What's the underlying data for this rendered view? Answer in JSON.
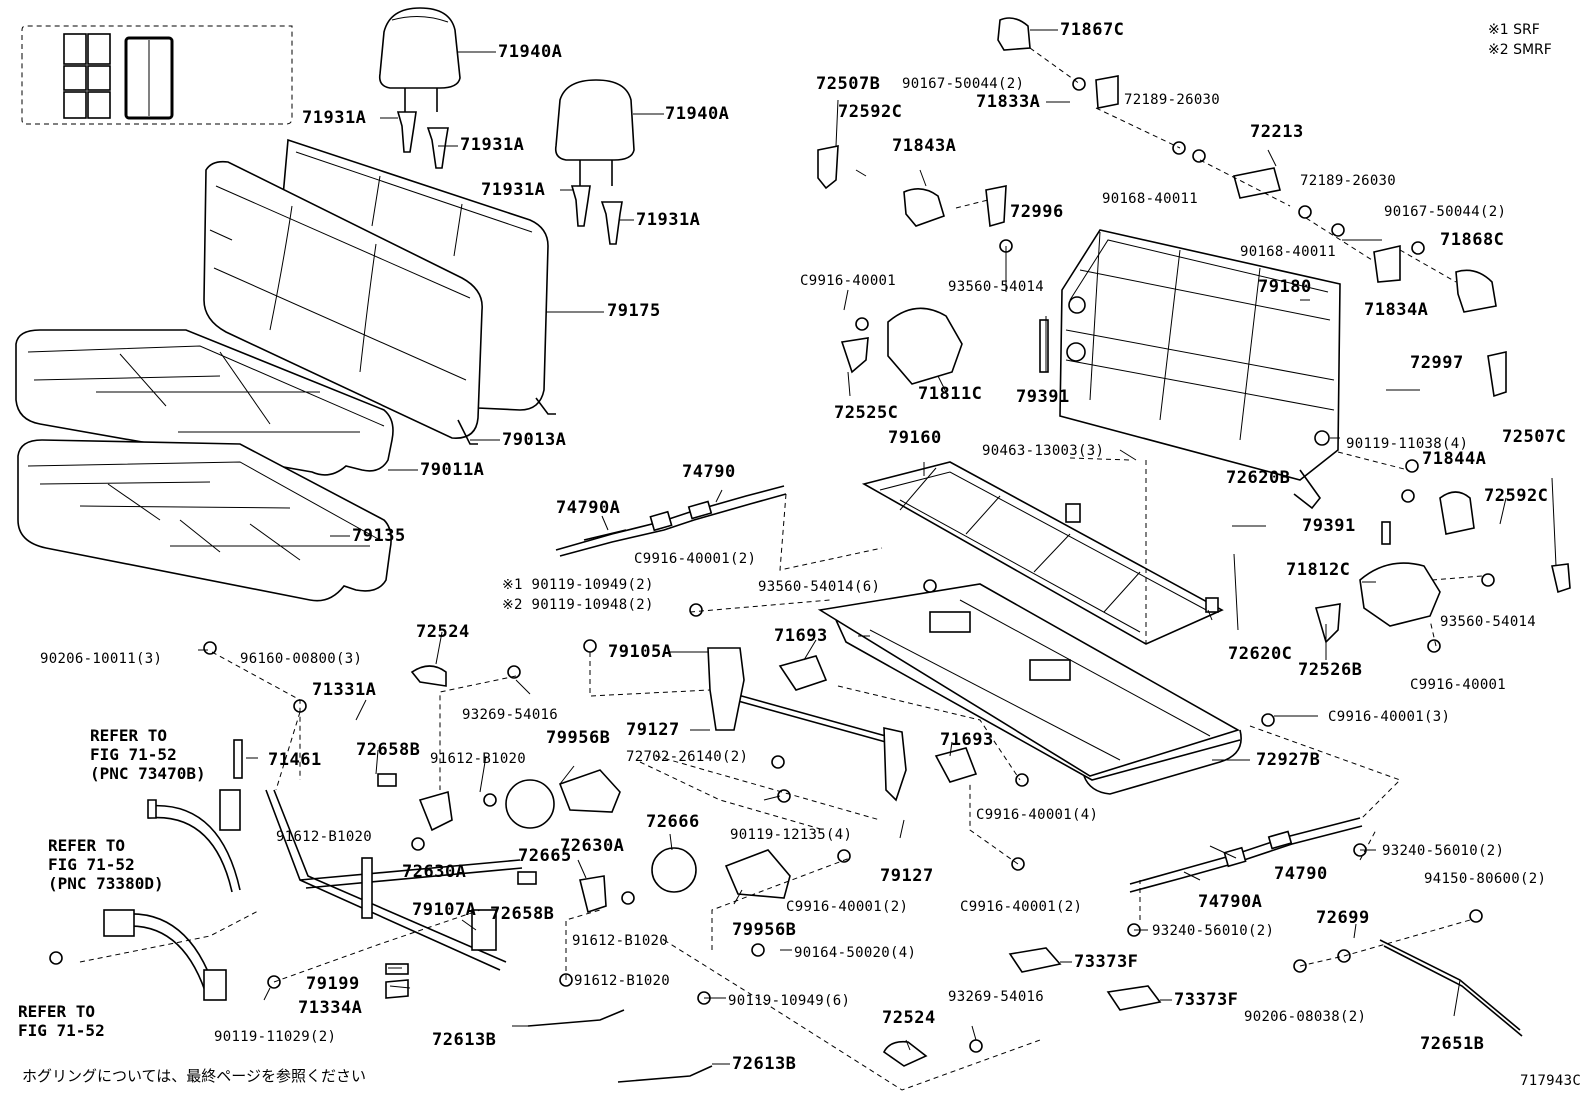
{
  "diagram": {
    "seats": {
      "headrests": [
        "71940A",
        "71940A"
      ],
      "headrest_supports": [
        "71931A",
        "71931A",
        "71931A",
        "71931A"
      ],
      "seat_back_cover": "79175",
      "seat_back_pad": "79013A",
      "cushion_pad": "79011A",
      "cushion_cover": "79135"
    },
    "hinge_right": {
      "cover_upper": "71867C",
      "cover_bolt": "90167-50044(2)",
      "hinge_lower_cover": "71833A",
      "hinge_clip_upper": "72189-26030",
      "bracket_72507": "72507B",
      "cover_72592": "72592C",
      "cover_71843": "71843A",
      "cover_72996": "72996",
      "part_72213": "72213",
      "bolt_90168_a": "90168-40011",
      "clip_72189_b": "72189-26030",
      "bolt_90168_b": "90168-40011",
      "bolt_90167_b": "90167-50044(2)",
      "cover_71868": "71868C",
      "cover_71834": "71834A",
      "frame_back": "79180",
      "cover_72997": "72997",
      "bolt_c9916_upper": "C9916-40001",
      "bolt_93560_upper": "93560-54014",
      "spring_79391_upper": "79391",
      "knob_72525": "72525C",
      "cover_71811": "71811C",
      "bolt_90119_11038": "90119-11038(4)",
      "cover_71844": "71844A",
      "bracket_72507c": "72507C",
      "cover_72592c_right": "72592C"
    },
    "frame_cushion": {
      "frame": "79160",
      "clip_90463": "90463-13003(3)",
      "cable_72620b": "72620B",
      "spring_79391_lower": "79391",
      "cover_71812": "71812C",
      "bolt_93560_right": "93560-54014",
      "knob_72526": "72526B",
      "bolt_c9916_right": "C9916-40001",
      "cable_72620c": "72620C",
      "bolt_93560_6": "93560-54014(6)",
      "bolt_c9916_3": "C9916-40001(3)",
      "leg_72927": "72927B",
      "cover_71693_upper": "71693",
      "cover_71693_lower": "71693",
      "bolt_c9916_4": "C9916-40001(4)",
      "bolt_c9916_2_lower": "C9916-40001(2)"
    },
    "belts": {
      "belt_74790_left": "74790",
      "belt_74790a_left": "74790A",
      "bolt_c9916_2": "C9916-40001(2)",
      "note_srf_bolt": "※1 90119-10949(2)",
      "note_smrf_bolt": "※2 90119-10948(2)",
      "hinge_79105": "79105A",
      "part_79127_upper": "79127",
      "part_79127_lower": "79127",
      "bolt_72702": "72702-26140(2)",
      "bolt_90119_12135": "90119-12135(4)",
      "belt_74790_right": "74790",
      "belt_74790a_right": "74790A",
      "bolt_93240_upper": "93240-56010(2)",
      "bolt_93240_lower": "93240-56010(2)",
      "plug_94150": "94150-80600(2)",
      "part_72699": "72699",
      "washer_90206_lower": "90206-08038(2)",
      "rod_72651": "72651B"
    },
    "latch_left": {
      "washer_90206_upper": "90206-10011(3)",
      "washer_96160": "96160-00800(3)",
      "pin_71331": "71331A",
      "spring_71461": "71461",
      "handle_72524_upper": "72524",
      "bolt_93269_upper": "93269-54016",
      "spacer_72658_upper": "72658B",
      "bolt_91612_a": "91612-B1020",
      "bolt_91612_b": "91612-B1020",
      "latch_72630_upper": "72630A",
      "cover_72665": "72665",
      "cover_79956_upper": "79956B",
      "cover_72666": "72666",
      "latch_72630_lower": "72630A",
      "spacer_72658_lower": "72658B",
      "bolt_91612_c": "91612-B1020",
      "bolt_91612_d": "91612-B1020",
      "cover_79956_lower": "79956B",
      "bolt_c9916_2_mid": "C9916-40001(2)",
      "bolt_90164": "90164-50020(4)",
      "bolt_90119_10949_6": "90119-10949(6)",
      "frame_79107": "79107A",
      "part_79199": "79199",
      "part_71334": "71334A",
      "bolt_90119_11029": "90119-11029(2)",
      "rail_72613_upper": "72613B",
      "rail_72613_lower": "72613B",
      "handle_72524_lower": "72524",
      "bolt_93269_lower": "93269-54016",
      "bracket_73373_upper": "73373F",
      "bracket_73373_lower": "73373F"
    },
    "refer_notes": {
      "note_a": "REFER TO\nFIG 71-52\n(PNC 73470B)",
      "note_b": "REFER TO\nFIG 71-52\n(PNC 73380D)",
      "note_c": "REFER TO\nFIG 71-52"
    },
    "legend": "※1 SRF\n※2 SMRF",
    "footer_note": "ホグリングについては、最終ページを参照ください",
    "illustration_number": "717943C"
  }
}
